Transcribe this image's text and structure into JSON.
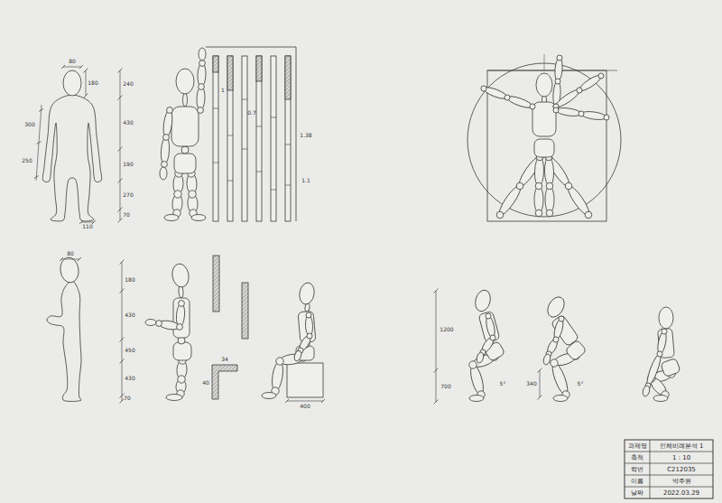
{
  "diagram": {
    "labels": [
      "80",
      "180",
      "300",
      "250",
      "110",
      "240",
      "430",
      "190",
      "270",
      "70",
      "80",
      "180",
      "430",
      "450",
      "430",
      "70",
      "1",
      "0.7",
      "1.38",
      "1.1",
      "34",
      "40",
      "400",
      "1200",
      "700",
      "5°",
      "5°",
      "340",
      "과제명",
      "인체비례분석 1",
      "축척",
      "1 : 10",
      "학번",
      "C212035",
      "이름",
      "박주원",
      "날짜",
      "2022.03.29"
    ]
  }
}
